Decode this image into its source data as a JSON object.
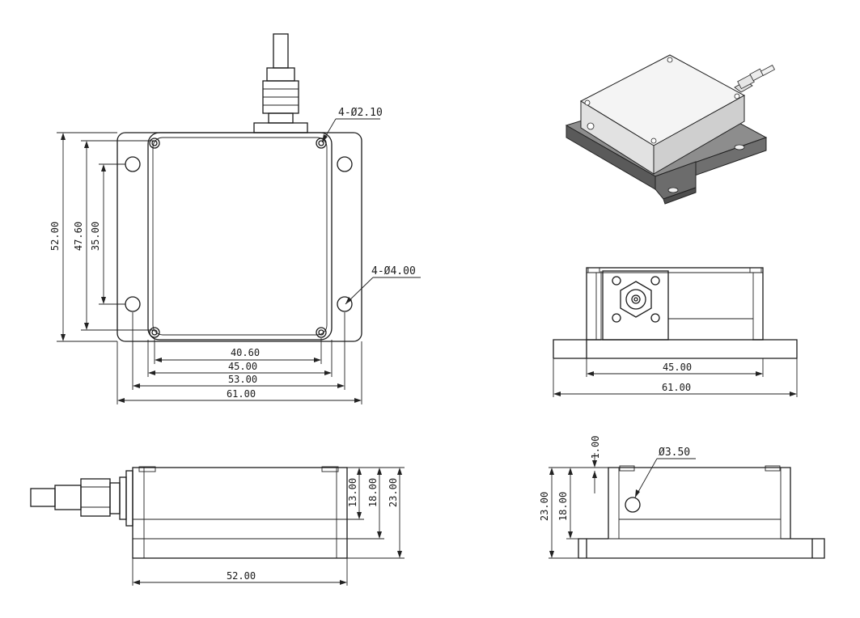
{
  "views": {
    "top": {
      "dims": {
        "height_52": "52.00",
        "height_47_6": "47.60",
        "height_35": "35.00",
        "width_40_6": "40.60",
        "width_45": "45.00",
        "width_53": "53.00",
        "width_61": "61.00"
      },
      "callouts": {
        "small_holes": "4-Ø2.10",
        "large_holes": "4-Ø4.00"
      }
    },
    "front": {
      "dims": {
        "width_45": "45.00",
        "width_61": "61.00"
      }
    },
    "side_left": {
      "dims": {
        "length_52": "52.00",
        "h_13": "13.00",
        "h_18": "18.00",
        "h_23": "23.00"
      }
    },
    "side_right": {
      "dims": {
        "h_1": "1.00",
        "h_23": "23.00",
        "h_18": "18.00"
      },
      "callouts": {
        "hole": "Ø3.50"
      }
    }
  }
}
